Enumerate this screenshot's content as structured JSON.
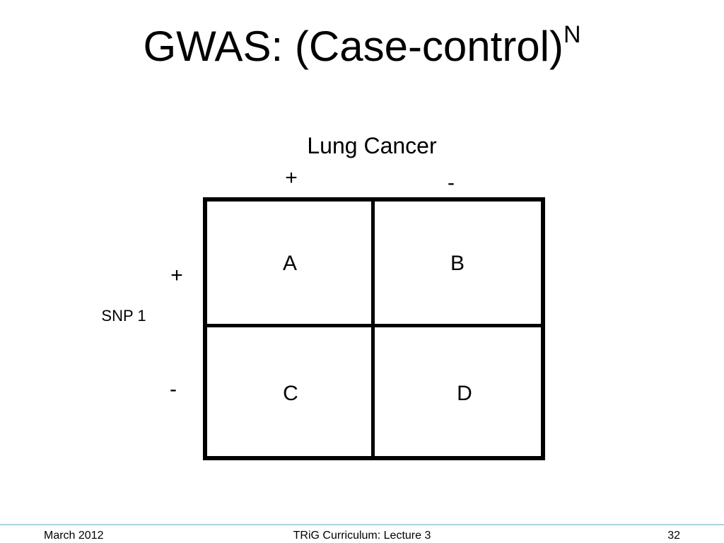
{
  "slide": {
    "title": "GWAS: (Case-control)",
    "title_superscript": "N"
  },
  "table": {
    "column_header": "Lung Cancer",
    "column_signs": [
      "+",
      "-"
    ],
    "row_header": "SNP 1",
    "row_signs": [
      "+",
      "-"
    ],
    "cells": [
      "A",
      "B",
      "C",
      "D"
    ]
  },
  "footer": {
    "date": "March 2012",
    "course": "TRiG Curriculum: Lecture 3",
    "page_number": "32"
  },
  "colors": {
    "text": "#000000",
    "grid_lines": "#000000",
    "footer_rule": "#a9d4de",
    "background": "#ffffff"
  }
}
